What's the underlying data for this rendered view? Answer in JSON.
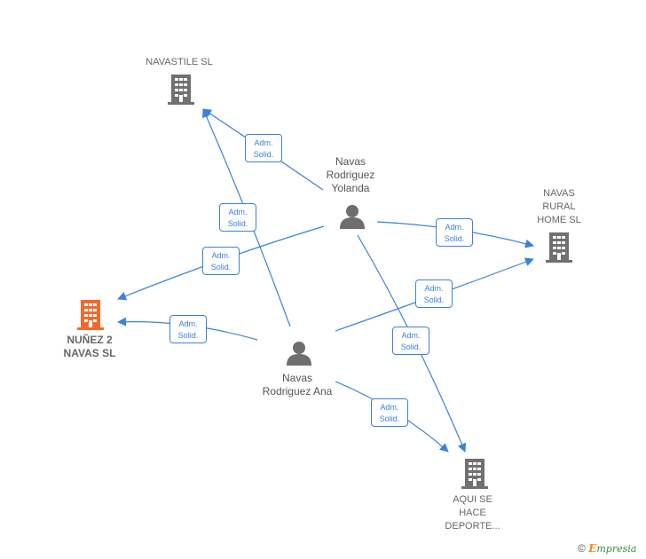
{
  "colors": {
    "edge": "#3b82d6",
    "company_icon": "#707070",
    "main_company_icon": "#f26a2b",
    "person_icon": "#6e6e6e"
  },
  "nodes": {
    "navastile": {
      "label": "NAVASTILE  SL",
      "type": "company",
      "icon": "building-icon"
    },
    "navas_rural": {
      "label": "NAVAS\nRURAL\nHOME  SL",
      "type": "company",
      "icon": "building-icon"
    },
    "nunez2": {
      "label": "NUÑEZ 2\nNAVAS  SL",
      "type": "company",
      "icon": "building-icon",
      "highlighted": true
    },
    "aqui_se_hace": {
      "label": "AQUI SE\nHACE\nDEPORTE...",
      "type": "company",
      "icon": "building-icon"
    },
    "yolanda": {
      "label": "Navas\nRodriguez\nYolanda",
      "type": "person",
      "icon": "person-icon"
    },
    "ana": {
      "label": "Navas\nRodriguez Ana",
      "type": "person",
      "icon": "person-icon"
    }
  },
  "edges": [
    {
      "from": "yolanda",
      "to": "navastile",
      "label": "Adm.\nSolid."
    },
    {
      "from": "ana",
      "to": "navastile",
      "label": "Adm.\nSolid."
    },
    {
      "from": "yolanda",
      "to": "nunez2",
      "label": "Adm.\nSolid."
    },
    {
      "from": "ana",
      "to": "nunez2",
      "label": "Adm.\nSolid."
    },
    {
      "from": "yolanda",
      "to": "navas_rural",
      "label": "Adm.\nSolid."
    },
    {
      "from": "ana",
      "to": "navas_rural",
      "label": "Adm.\nSolid."
    },
    {
      "from": "yolanda",
      "to": "aqui_se_hace",
      "label": "Adm.\nSolid."
    },
    {
      "from": "ana",
      "to": "aqui_se_hace",
      "label": "Adm.\nSolid."
    }
  ],
  "brand": {
    "copyright": "©",
    "initial": "E",
    "rest": "mpresia"
  }
}
